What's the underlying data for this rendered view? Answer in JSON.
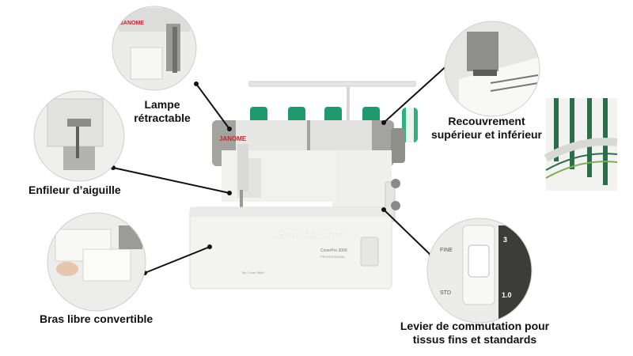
{
  "brand": "JANOME",
  "model": "CoverPro 3000",
  "model_sub": "PROFESSIONAL",
  "machine_caption": "Top Cover Stitch",
  "watermark": "Sew Master",
  "callouts": {
    "lampe": {
      "line1": "Lampe",
      "line2": "rétractable"
    },
    "enfileur": {
      "line1": "Enfileur d’aiguille"
    },
    "bras": {
      "line1": "Bras libre convertible"
    },
    "recouvrement": {
      "line1": "Recouvrement",
      "line2": "supérieur et inférieur"
    },
    "levier": {
      "line1": "Levier de commutation pour",
      "line2": "tissus fins et standards"
    }
  },
  "switch": {
    "fine": "FINE",
    "std": "STD",
    "num_top": "3",
    "num_bottom": "1.0"
  },
  "colors": {
    "machine_body": "#f2f2f0",
    "machine_top": "#9e9e9a",
    "spool": "#1f9a6e",
    "brand_red": "#c2272d"
  }
}
